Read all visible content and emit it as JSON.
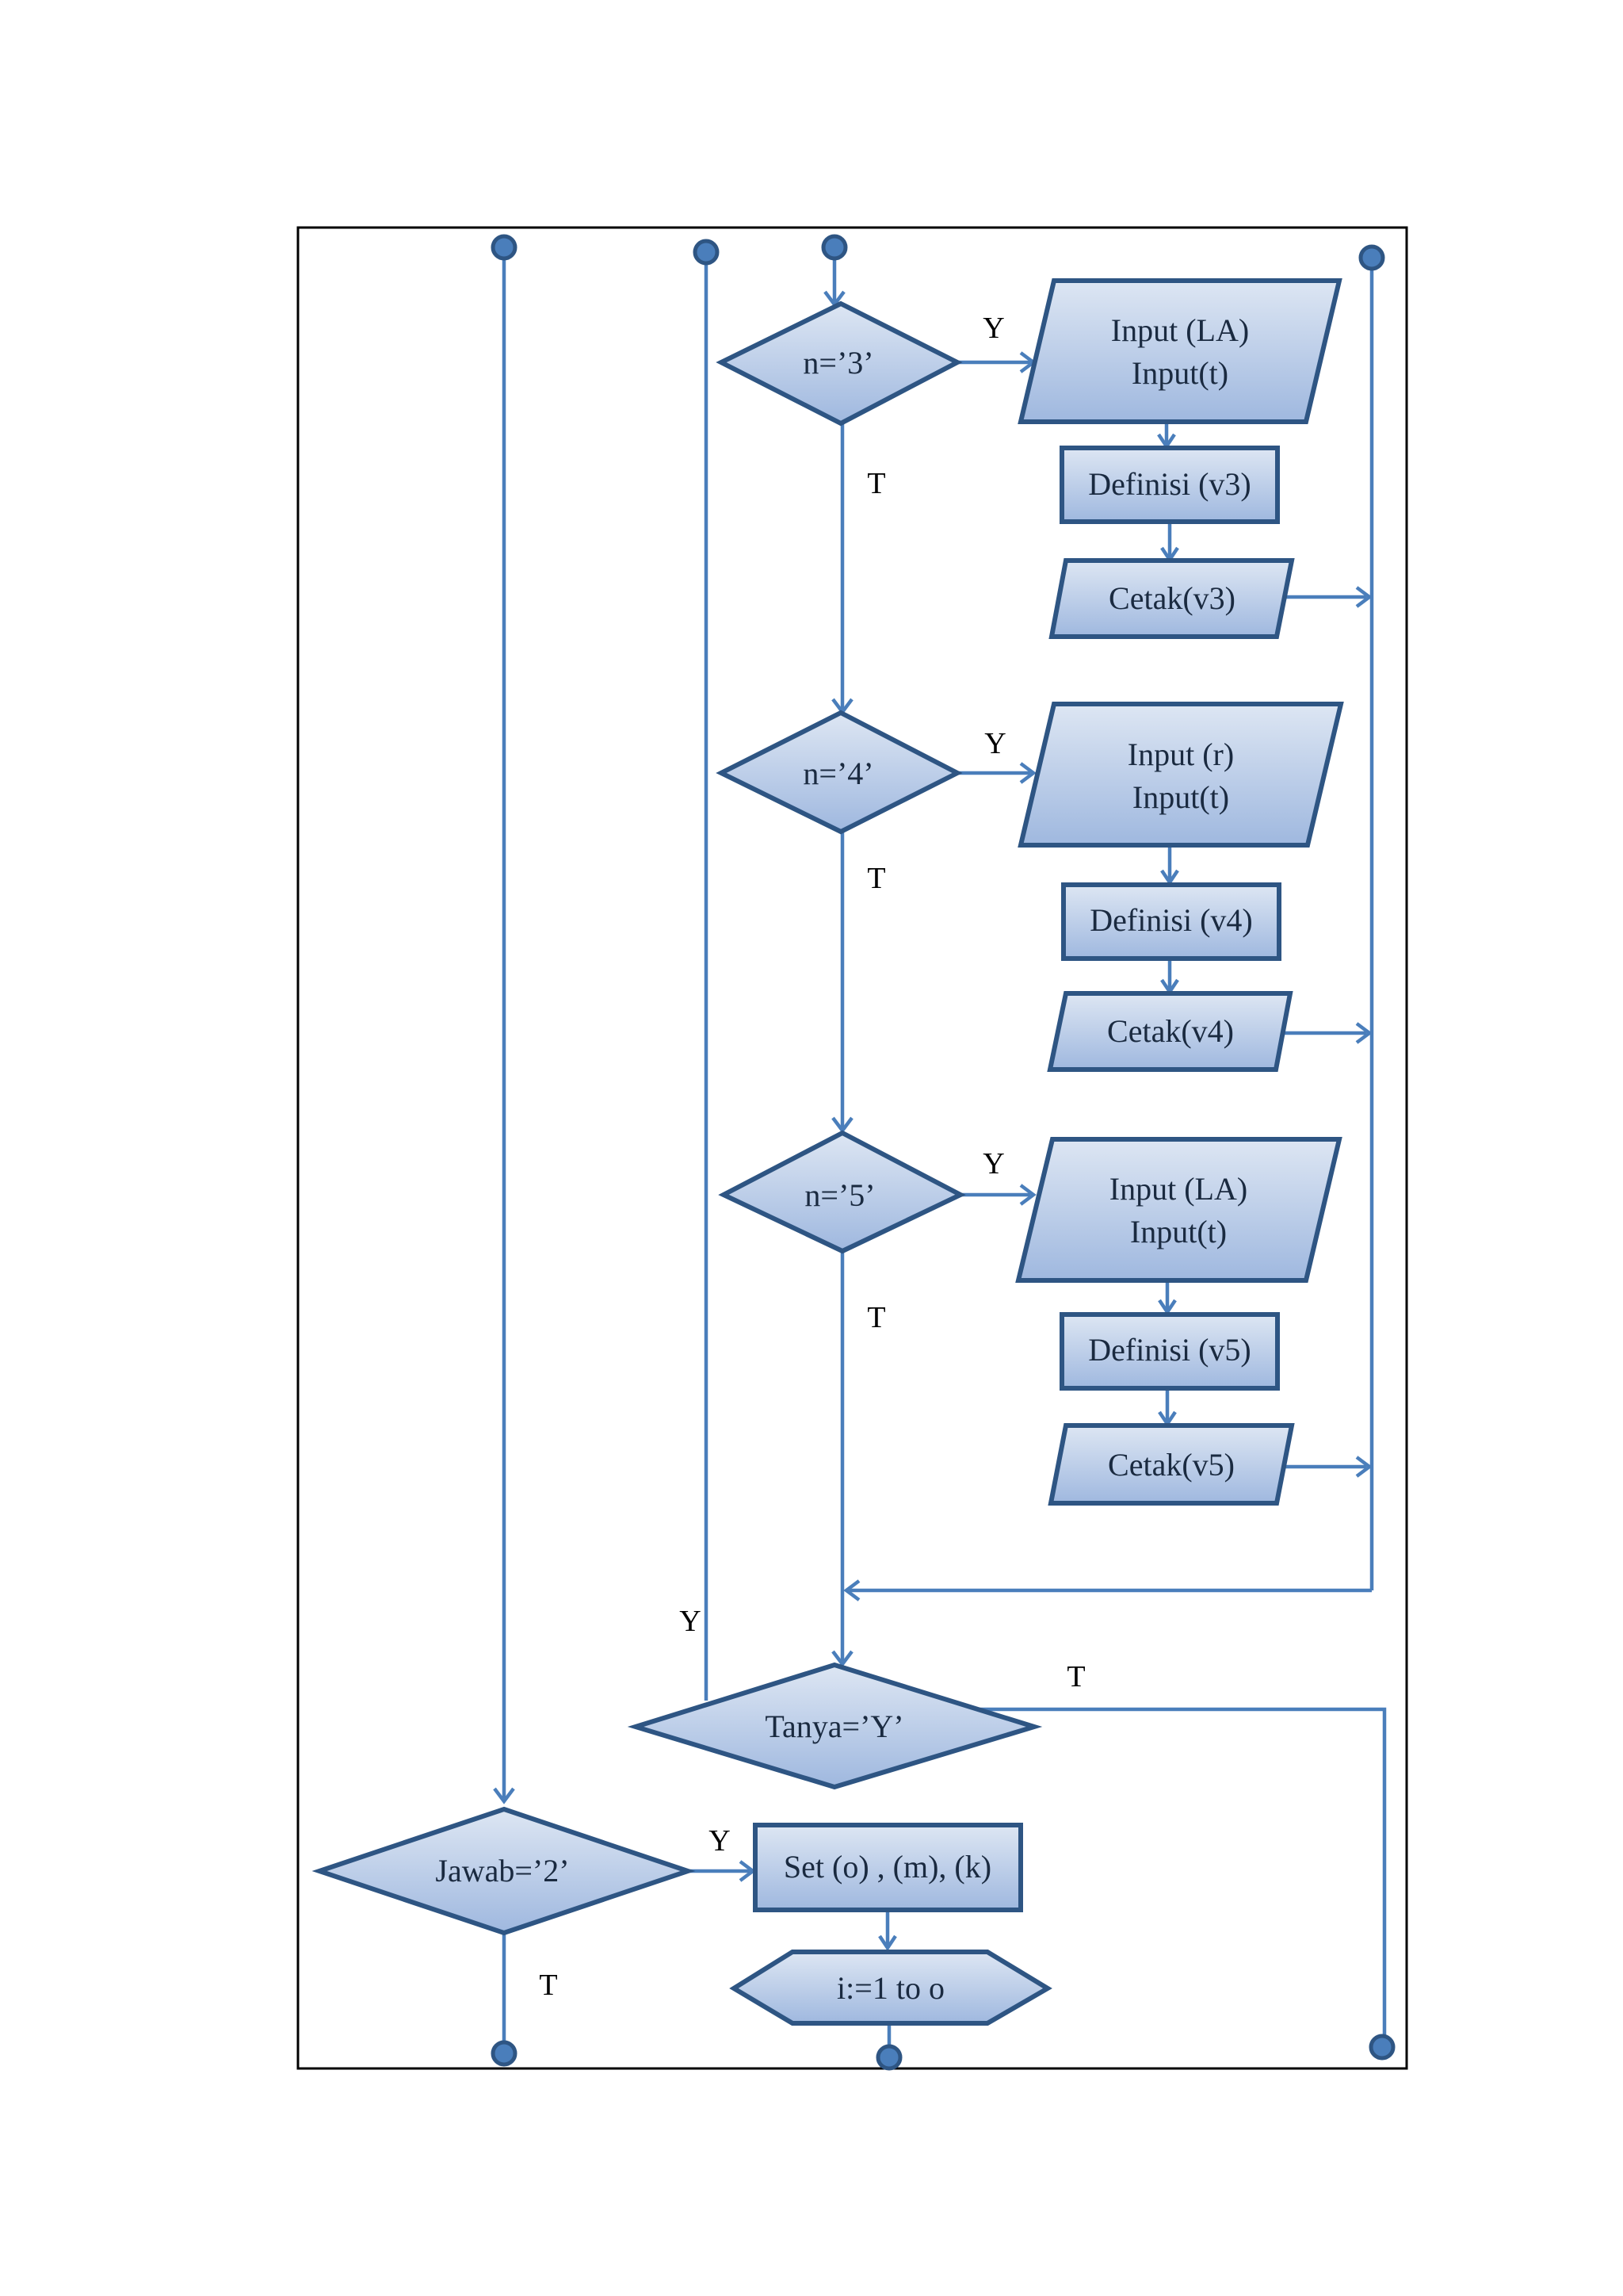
{
  "decisions": {
    "n3": "n=’3’",
    "n4": "n=’4’",
    "n5": "n=’5’",
    "tanya": "Tanya=’Y’",
    "jawab": "Jawab=’2’"
  },
  "inputs": {
    "b3": {
      "line1": "Input  (LA)",
      "line2": "Input(t)"
    },
    "b4": {
      "line1": "Input  (r)",
      "line2": "Input(t)"
    },
    "b5": {
      "line1": "Input  (LA)",
      "line2": "Input(t)"
    }
  },
  "processes": {
    "def3": "Definisi  (v3)",
    "def4": "Definisi  (v4)",
    "def5": "Definisi  (v5)",
    "set": "Set (o) , (m),  (k)"
  },
  "outputs": {
    "cetak3": "Cetak(v3)",
    "cetak4": "Cetak(v4)",
    "cetak5": "Cetak(v5)"
  },
  "loop": "i:=1  to o",
  "branch_labels": {
    "y3": "Y",
    "t3": "T",
    "y4": "Y",
    "t4": "T",
    "y5": "Y",
    "t5": "T",
    "tanya_y": "Y",
    "tanya_t": "T",
    "jawab_y": "Y",
    "jawab_t": "T"
  },
  "colors": {
    "fill_top": "#dde6f3",
    "fill_bottom": "#9fb8df",
    "border": "#2e5583",
    "connector": "#4a7ebb"
  }
}
